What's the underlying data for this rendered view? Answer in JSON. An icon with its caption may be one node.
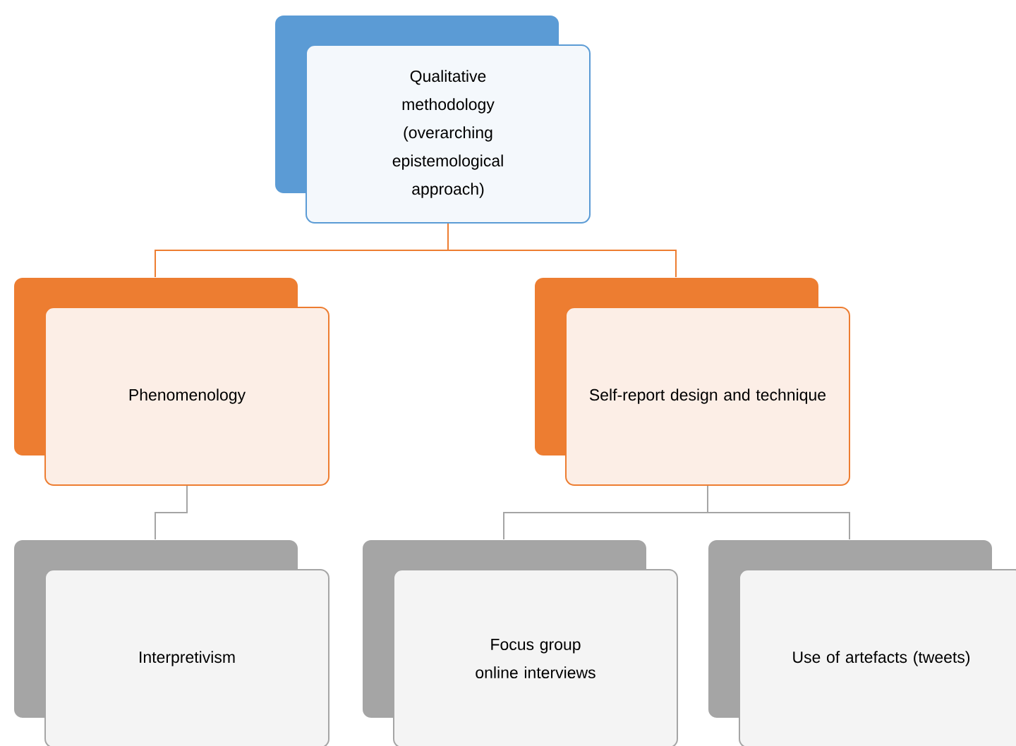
{
  "diagram": {
    "nodes": [
      {
        "text": [
          "Qualitative methodology (overarching epistemological approach)"
        ]
      },
      {
        "text": [
          "Phenomenology"
        ]
      },
      {
        "text": [
          "Self-report design and technique"
        ]
      },
      {
        "text": [
          "Interpretivism"
        ]
      },
      {
        "text": [
          "Focus group online interviews"
        ]
      },
      {
        "text": [
          "Use of artefacts (tweets)"
        ]
      }
    ],
    "edges": [
      {
        "from": 0,
        "to": 1,
        "arrow": "none",
        "color": "#ed7d31"
      },
      {
        "from": 0,
        "to": 2,
        "arrow": "none",
        "color": "#ed7d31"
      },
      {
        "from": 1,
        "to": 3,
        "arrow": "none"
      },
      {
        "from": 2,
        "to": 4,
        "arrow": "none"
      },
      {
        "from": 2,
        "to": 5,
        "arrow": "none"
      }
    ]
  }
}
